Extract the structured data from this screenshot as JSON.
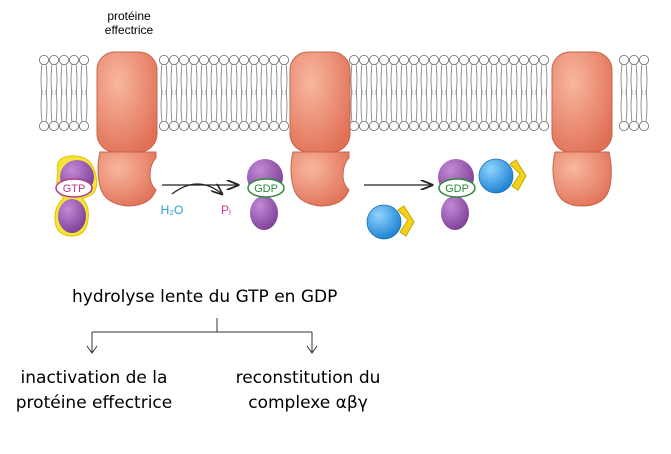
{
  "labels": {
    "effector_line1": "protéine",
    "effector_line2": "effectrice",
    "gtp": "GTP",
    "gdp_1": "GDP",
    "gdp_2": "GDP",
    "h2o": "H₂O",
    "pi": "Pᵢ"
  },
  "captions": {
    "main": "hydrolyse lente du GTP en GDP",
    "left_line1": "inactivation de la",
    "left_line2": "protéine effectrice",
    "right_line1": "reconstitution du",
    "right_line2": "complexe αβγ"
  },
  "colors": {
    "membrane_head": "#ffffff",
    "membrane_tail": "#7a7a7a",
    "effector_protein": "#f08a6e",
    "alpha_subunit": "#9b5db0",
    "gtp_highlight": "#f5e43a",
    "beta_gamma": "#2e9fe8",
    "gamma_tag": "#f2d21a",
    "h2o_text": "#2aa0d8",
    "pi_text": "#c03a9a"
  }
}
